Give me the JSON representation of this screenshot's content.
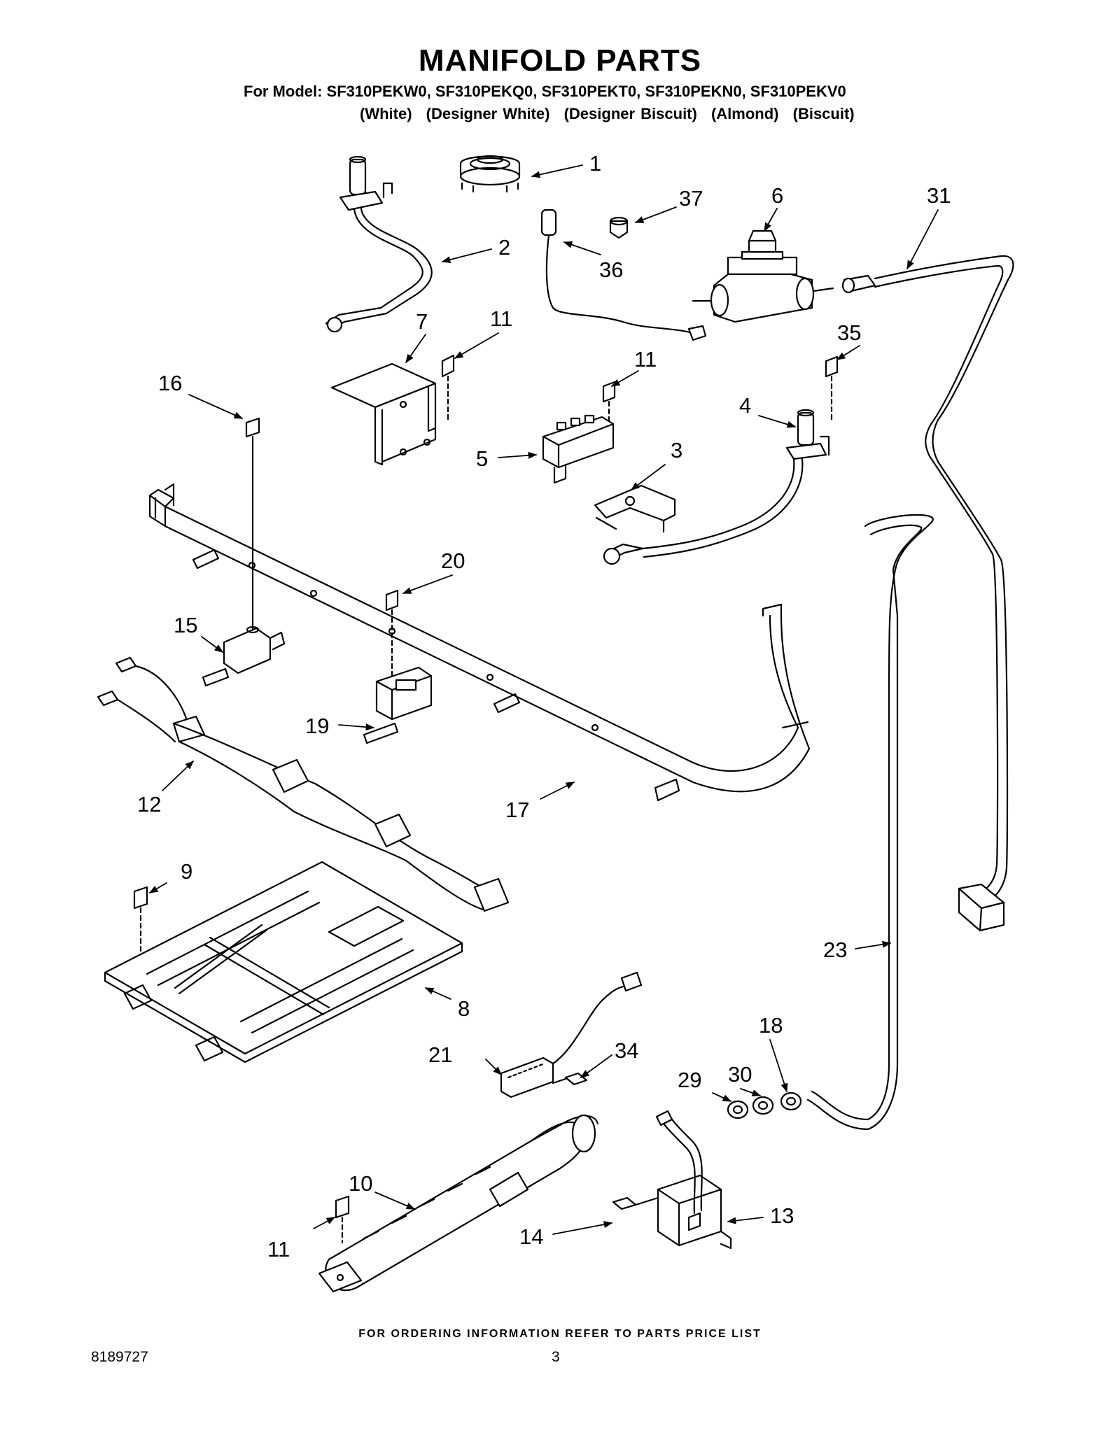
{
  "header": {
    "title": "MANIFOLD PARTS",
    "models_line": "For Model: SF310PEKW0, SF310PEKQ0, SF310PEKT0, SF310PEKN0, SF310PEKV0",
    "colors": [
      "(White)",
      "(Designer White)",
      "(Designer Biscuit)",
      "(Almond)",
      "(Biscuit)"
    ]
  },
  "callouts": {
    "c1": "1",
    "c2": "2",
    "c3": "3",
    "c4": "4",
    "c5": "5",
    "c6": "6",
    "c7": "7",
    "c8": "8",
    "c9": "9",
    "c10": "10",
    "c11a": "11",
    "c11b": "11",
    "c11c": "11",
    "c12": "12",
    "c13": "13",
    "c14": "14",
    "c15": "15",
    "c16": "16",
    "c17": "17",
    "c18": "18",
    "c19": "19",
    "c20": "20",
    "c21": "21",
    "c23": "23",
    "c29": "29",
    "c30": "30",
    "c31": "31",
    "c34": "34",
    "c35": "35",
    "c36": "36",
    "c37": "37"
  },
  "footer": {
    "ordering_note": "FOR ORDERING INFORMATION REFER TO PARTS PRICE LIST",
    "doc_number": "8189727",
    "page_number": "3"
  }
}
